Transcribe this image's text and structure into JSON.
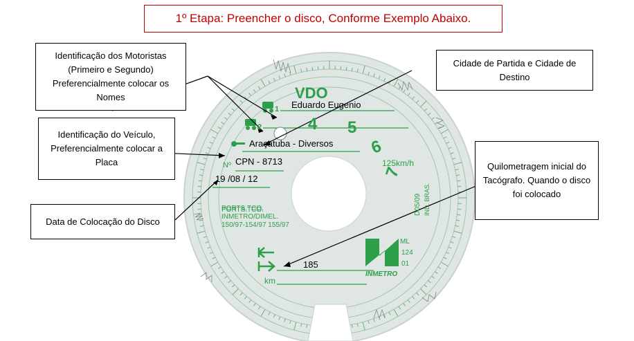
{
  "title": "1º Etapa: Preencher o disco, Conforme Exemplo Abaixo.",
  "callouts": {
    "drivers": "Identificação dos Motoristas (Primeiro e Segundo) Preferencialmente colocar os Nomes",
    "cities": "Cidade de Partida e Cidade de Destino",
    "vehicle": "Identificação do Veículo, Preferencialmente colocar a Placa",
    "date": "Data de Colocação do Disco",
    "odometer": "Quilometragem inicial do Tacógrafo. Quando o disco foi colocado"
  },
  "disc": {
    "brand": "VDO",
    "driver_index_1": "1",
    "driver_index_2": "2",
    "hour_4": "4",
    "hour_5": "5",
    "hour_6": "6",
    "hour_7": "7",
    "speed": "125km/h",
    "no_label": "Nº",
    "km_label": "km",
    "ports_text": "PORTS.TCO. INMETRO/DIMEL. 150/97-154/97 155/97",
    "model": "D05/09",
    "ind": "IND. BRAS.",
    "inmetro": "INMETRO",
    "ml": "ML",
    "ml_num": "124",
    "ml_num2": "01",
    "date_seps": "/       /"
  },
  "filled": {
    "driver_name": "Eduardo Eugenio",
    "route": "Araçatuba  -  Diversos",
    "plate": "CPN - 8713",
    "date": "19 /08 / 12",
    "km": "185"
  },
  "colors": {
    "disc_green": "#2d9e4a",
    "disc_bg": "#dfe6e3",
    "title_red": "#c00000"
  }
}
